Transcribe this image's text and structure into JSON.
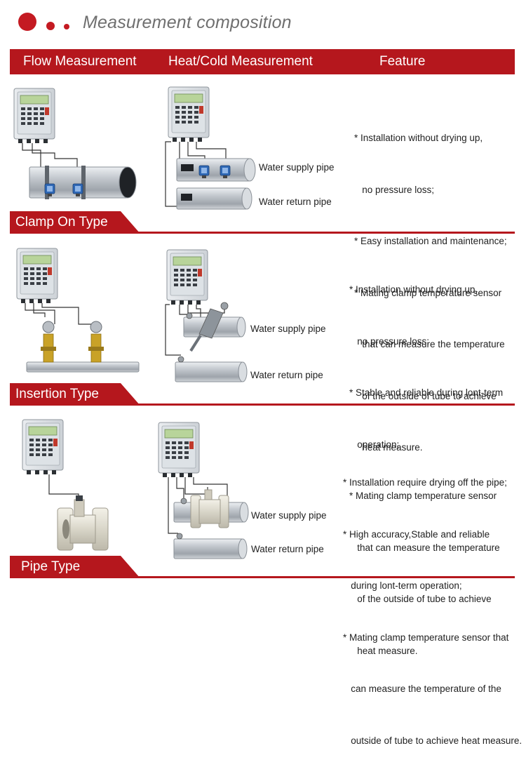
{
  "title": "Measurement composition",
  "headers": {
    "flow": "Flow Measurement",
    "heat": "Heat/Cold Measurement",
    "feature": "Feature"
  },
  "sections": [
    {
      "type_label": "Clamp On Type",
      "supply_label": "Water supply pipe",
      "return_label": "Water return pipe",
      "features": [
        "* Installation without drying up,",
        "   no pressure loss;",
        "* Easy installation and maintenance;",
        "* Mating clamp temperature sensor",
        "   that can measure the temperature",
        "   of the outside of tube to achieve",
        "   heat measure."
      ]
    },
    {
      "type_label": "Insertion Type",
      "supply_label": "Water supply pipe",
      "return_label": "Water return pipe",
      "features": [
        "* Installation without drying up,",
        "   no pressure loss;",
        "* Stable and reliable during lont-term",
        "   operation;",
        "* Mating clamp temperature sensor",
        "   that can measure the temperature",
        "   of the outside of tube to achieve",
        "   heat measure."
      ]
    },
    {
      "type_label": "Pipe Type",
      "supply_label": "Water supply pipe",
      "return_label": "Water return pipe",
      "features": [
        "* Installation require drying off the pipe;",
        "* High accuracy,Stable and reliable",
        "   during lont-term operation;",
        "* Mating clamp temperature sensor that",
        "   can measure the temperature of the",
        "   outside of tube to achieve heat measure."
      ]
    }
  ],
  "colors": {
    "accent": "#b5171d",
    "title_gray": "#6f6f6f",
    "dot": "#c41a22"
  }
}
